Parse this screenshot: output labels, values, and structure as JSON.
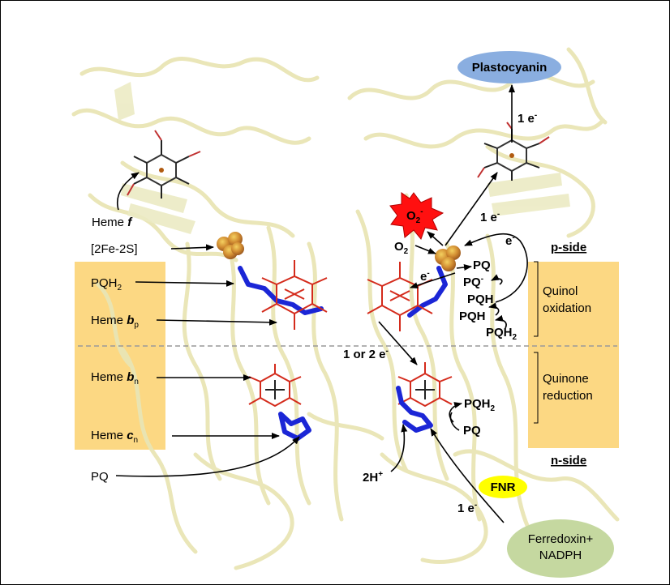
{
  "colors": {
    "membrane_box": "#fcd883",
    "protein": "#e9e5b5",
    "heme": "#d42b1c",
    "pq": "#1b26d6",
    "fes": "#c98a3a",
    "superoxide": "#ff1010",
    "plastocyanin": "#8aaee0",
    "fnr": "#ffff00",
    "ferredoxin": "#c5d8a0",
    "dashed_line": "#999999"
  },
  "labels": {
    "heme_f": {
      "base": "Heme ",
      "italic": "f"
    },
    "fes_2fe2s": "[2Fe-2S]",
    "pqh2_left": {
      "base": "PQH",
      "sub": "2"
    },
    "heme_bp": {
      "base": "Heme ",
      "italic": "b",
      "sub": "p"
    },
    "heme_bn": {
      "base": "Heme ",
      "italic": "b",
      "sub": "n"
    },
    "heme_cn": {
      "base": "Heme ",
      "italic": "c",
      "sub": "n"
    },
    "pq_left": "PQ",
    "h2_protons": {
      "base": "2H",
      "sup": "+"
    },
    "one_or_two_e": {
      "base": "1 or 2 e",
      "sup": "-"
    },
    "one_e_top": {
      "base": "1 e",
      "sup": "-"
    },
    "one_e_mid": {
      "base": "1 e",
      "sup": "-"
    },
    "one_e_bottom": {
      "base": "1 e",
      "sup": "-"
    },
    "e_small_top": {
      "base": "e",
      "sup": "-"
    },
    "e_small_left": {
      "base": "e",
      "sup": "-"
    },
    "o2": {
      "base": "O",
      "sub": "2"
    },
    "superoxide": {
      "base": "O",
      "sub": "2",
      "sup": "-"
    },
    "pq_cycle_pq": "PQ",
    "pq_cycle_pqminus": {
      "base": "PQ",
      "sup": "-"
    },
    "pq_cycle_pqh_1": "PQH",
    "pq_cycle_pqh_2": "PQH",
    "pq_cycle_pqh2": {
      "base": "PQH",
      "sub": "2"
    },
    "right_pqh2": {
      "base": "PQH",
      "sub": "2"
    },
    "right_pq": "PQ",
    "p_side": "p-side",
    "n_side": "n-side",
    "quinol_oxidation": [
      "Quinol",
      "oxidation"
    ],
    "quinone_reduction": [
      "Quinone",
      "reduction"
    ],
    "plastocyanin": "Plastocyanin",
    "fnr": "FNR",
    "ferredoxin": [
      "Ferredoxin+",
      "NADPH"
    ]
  }
}
